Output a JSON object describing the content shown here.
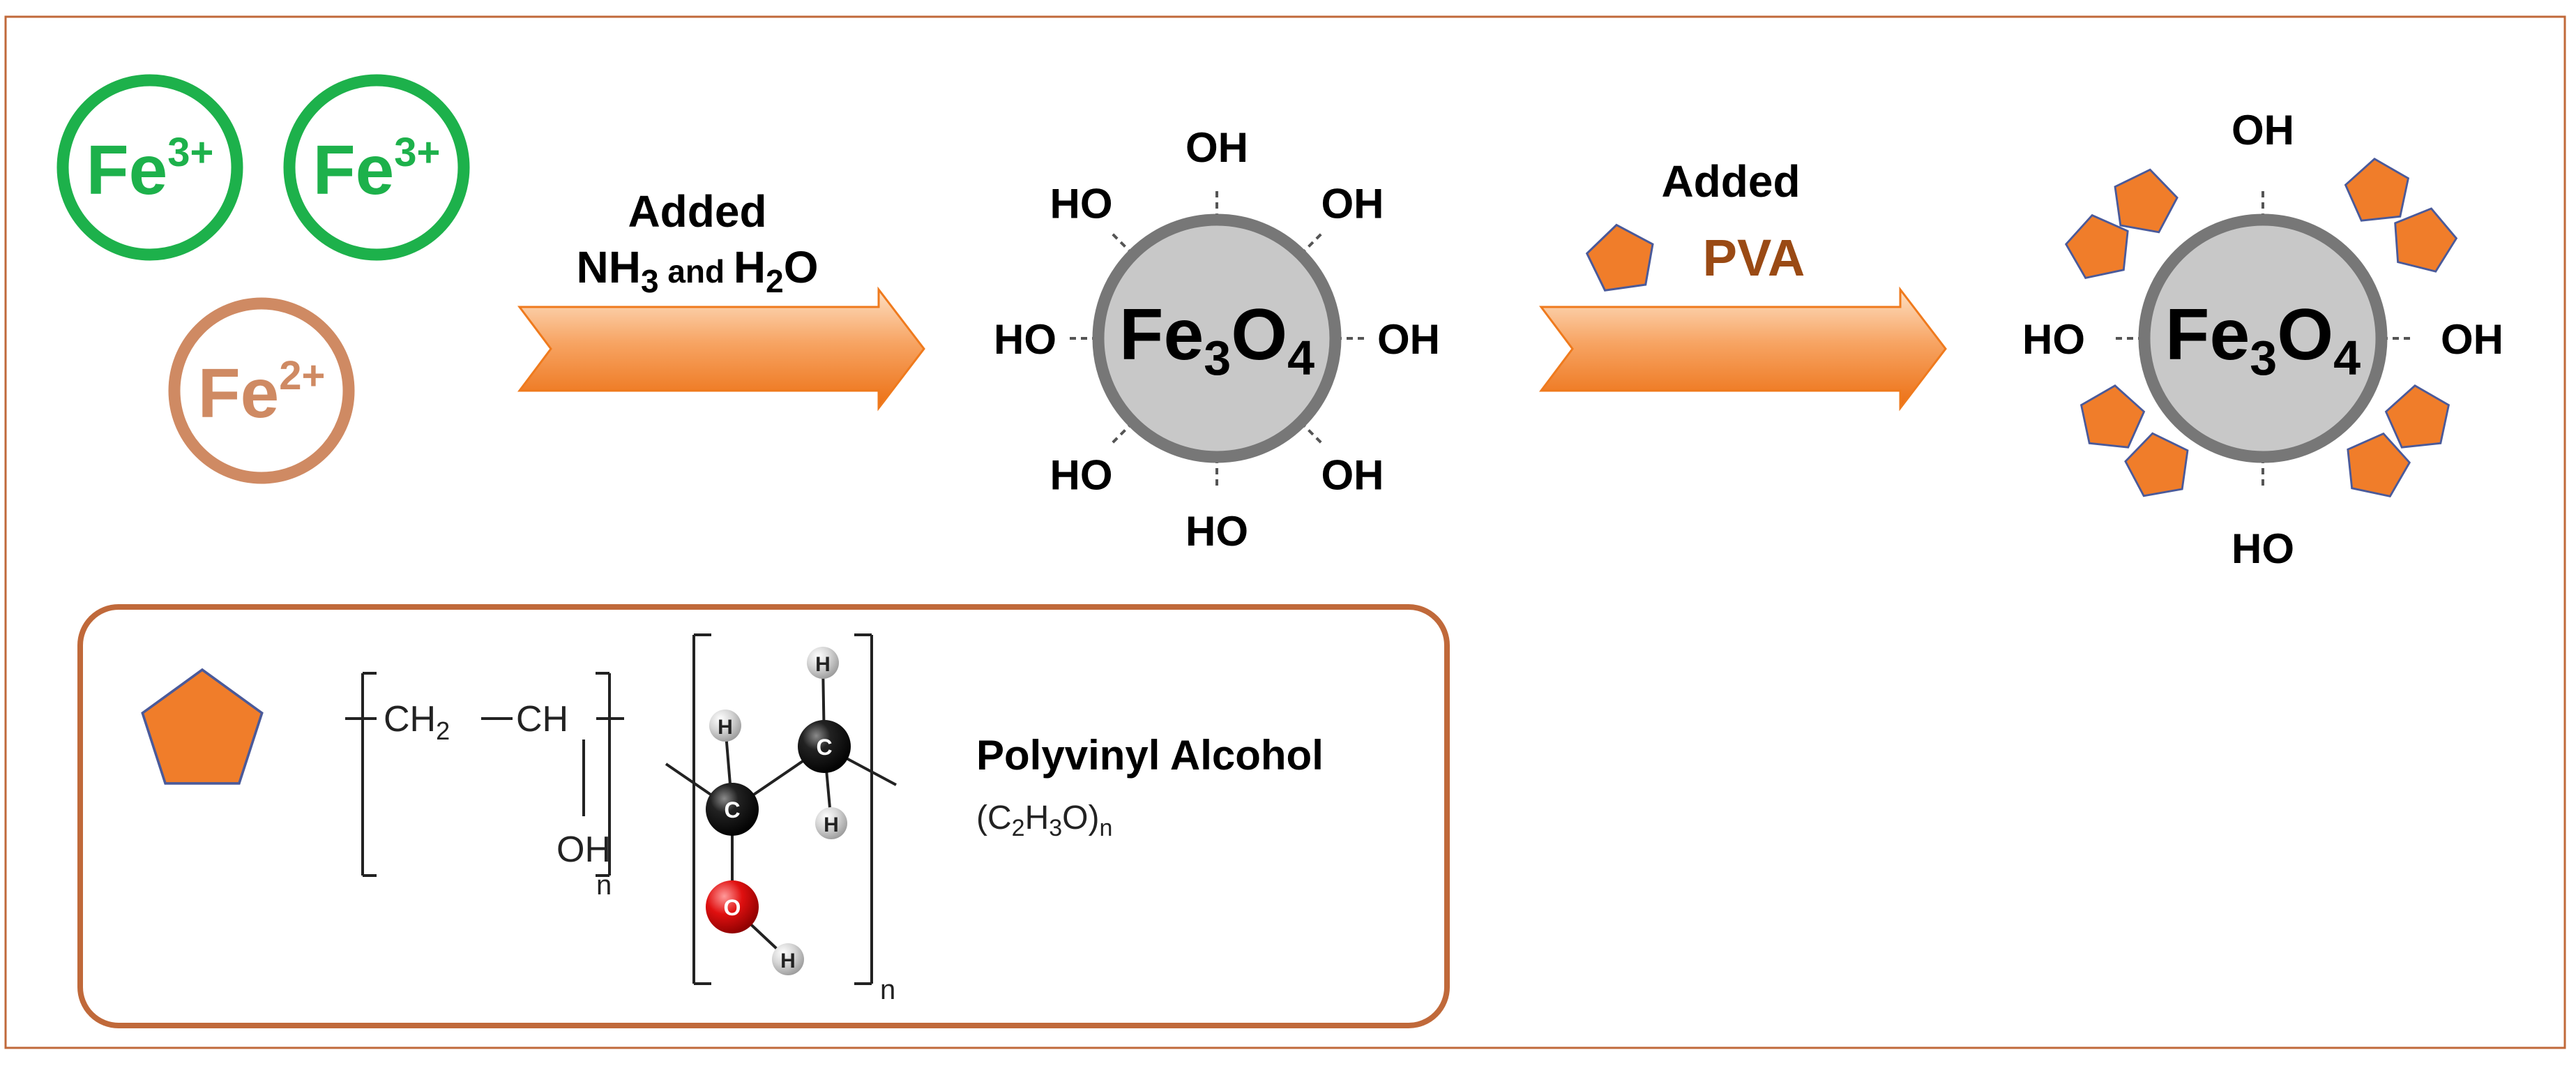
{
  "colors": {
    "frame": "#c0693a",
    "green": "#1db14b",
    "copper": "#cf8a63",
    "orange": "#f07d24",
    "brown": "#9a4a14",
    "particle_fill": "#c8c8c8",
    "particle_stroke": "#777777",
    "pentagon_fill": "#f07d2a",
    "pentagon_stroke": "#4a5a9a",
    "oxygen": "#e01010",
    "carbon": "#111111",
    "hydrogen": "#c9c9c9"
  },
  "ions": {
    "ion1": {
      "element": "Fe",
      "charge": "3+"
    },
    "ion2": {
      "element": "Fe",
      "charge": "3+"
    },
    "ion3": {
      "element": "Fe",
      "charge": "2+"
    }
  },
  "step1": {
    "line1": "Added",
    "nh_prefix": "NH",
    "nh_sub": "3",
    "and_word": " and ",
    "h_prefix": "H",
    "h_sub": "2",
    "h_suffix": "O"
  },
  "step2": {
    "line1": "Added",
    "reagent": "PVA"
  },
  "particle": {
    "fe": "Fe",
    "fe_sub": "3",
    "o": "O",
    "o_sub": "4"
  },
  "hydroxyl": {
    "oh": "OH",
    "ho": "HO"
  },
  "legend": {
    "name": "Polyvinyl Alcohol",
    "formula": {
      "open": "(C",
      "sub1": "2",
      "h": "H",
      "sub2": "3",
      "close": "O)",
      "n": "n"
    },
    "structural": {
      "ch2": "CH",
      "ch2_sub": "2",
      "ch": "CH",
      "oh": "OH",
      "n": "n"
    },
    "model": {
      "h": "H",
      "c": "C",
      "o": "O",
      "n": "n"
    }
  }
}
